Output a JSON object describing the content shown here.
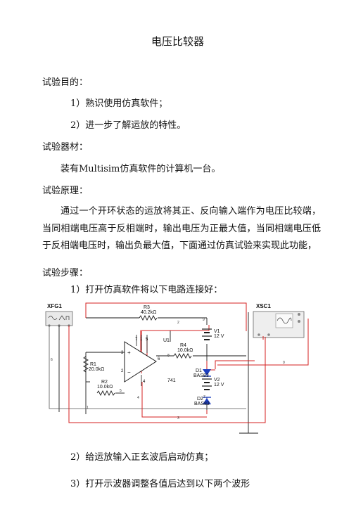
{
  "title": "电压比较器",
  "purpose": {
    "heading": "试验目的：",
    "items": [
      "1）熟识使用仿真软件；",
      "2）进一步了解运放的特性。"
    ]
  },
  "equipment": {
    "heading": "试验器材：",
    "text": "装有Multisim仿真软件的计算机一台。"
  },
  "principle": {
    "heading": "试验原理：",
    "text": "通过一个开环状态的运放将其正、反向输入端作为电压比较端，当同相端电压高于反相端时，输出电压为正最大值，当同相端电压低于反相端电压时，输出负最大值，下面通过仿真试验来实现此功能，"
  },
  "steps": {
    "heading": "试验步骤：",
    "items": [
      "1）打开仿真软件将以下电路连接好：",
      "2）给运放输入正玄波后启动仿真；",
      "3）打开示波器调整各值后达到以下两个波形"
    ]
  },
  "circuit": {
    "xfg": "XFG1",
    "xsc": "XSC1",
    "r3": "R3",
    "r3_val": "40.2kΩ",
    "r1": "R1",
    "r1_val": "20.0kΩ",
    "r2": "R2",
    "r2_val": "10.0kΩ",
    "r4": "R4",
    "r4_val": "10.0kΩ",
    "u1": "U1",
    "u1_type": "741",
    "v1": "V1",
    "v1_val": "12 V",
    "v2": "V2",
    "v2_val": "12 V",
    "d1": "D1",
    "d1_type": "BAS83",
    "d2": "D2",
    "d2_type": "BAS83",
    "node_labels": [
      "1",
      "2",
      "3",
      "4",
      "5",
      "6",
      "7",
      "8",
      "9",
      "0"
    ],
    "colors": {
      "wire_red": "#d42020",
      "wire_black": "#1a1a1a",
      "wire_gray": "#555555",
      "diode": "#1d3fbf"
    }
  }
}
